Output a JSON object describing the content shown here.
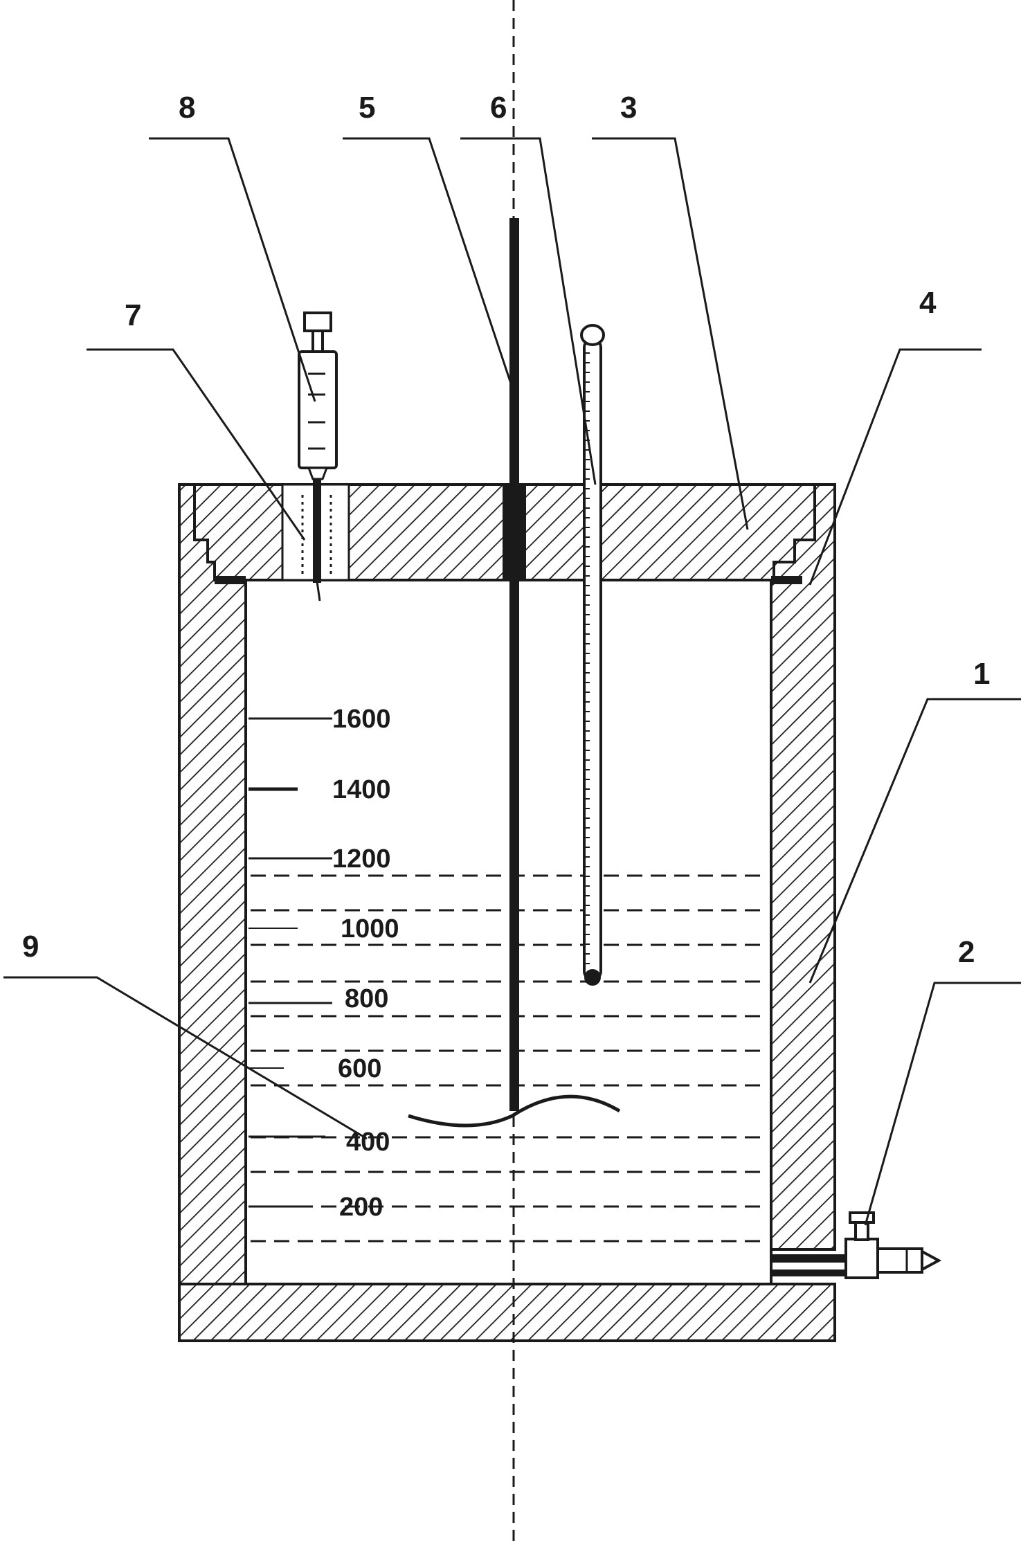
{
  "callouts": [
    {
      "id": "1",
      "text": "1"
    },
    {
      "id": "2",
      "text": "2"
    },
    {
      "id": "3",
      "text": "3"
    },
    {
      "id": "4",
      "text": "4"
    },
    {
      "id": "5",
      "text": "5"
    },
    {
      "id": "6",
      "text": "6"
    },
    {
      "id": "7",
      "text": "7"
    },
    {
      "id": "8",
      "text": "8"
    },
    {
      "id": "9",
      "text": "9"
    }
  ],
  "scale_marks": [
    "1600",
    "1400",
    "1200",
    "1000",
    "800",
    "600",
    "400",
    "200"
  ],
  "colors": {
    "ink": "#1a1a1a",
    "background": "#ffffff"
  },
  "icons": [
    "syringe-icon",
    "thermometer-icon",
    "valve-icon",
    "stirrer-icon"
  ]
}
